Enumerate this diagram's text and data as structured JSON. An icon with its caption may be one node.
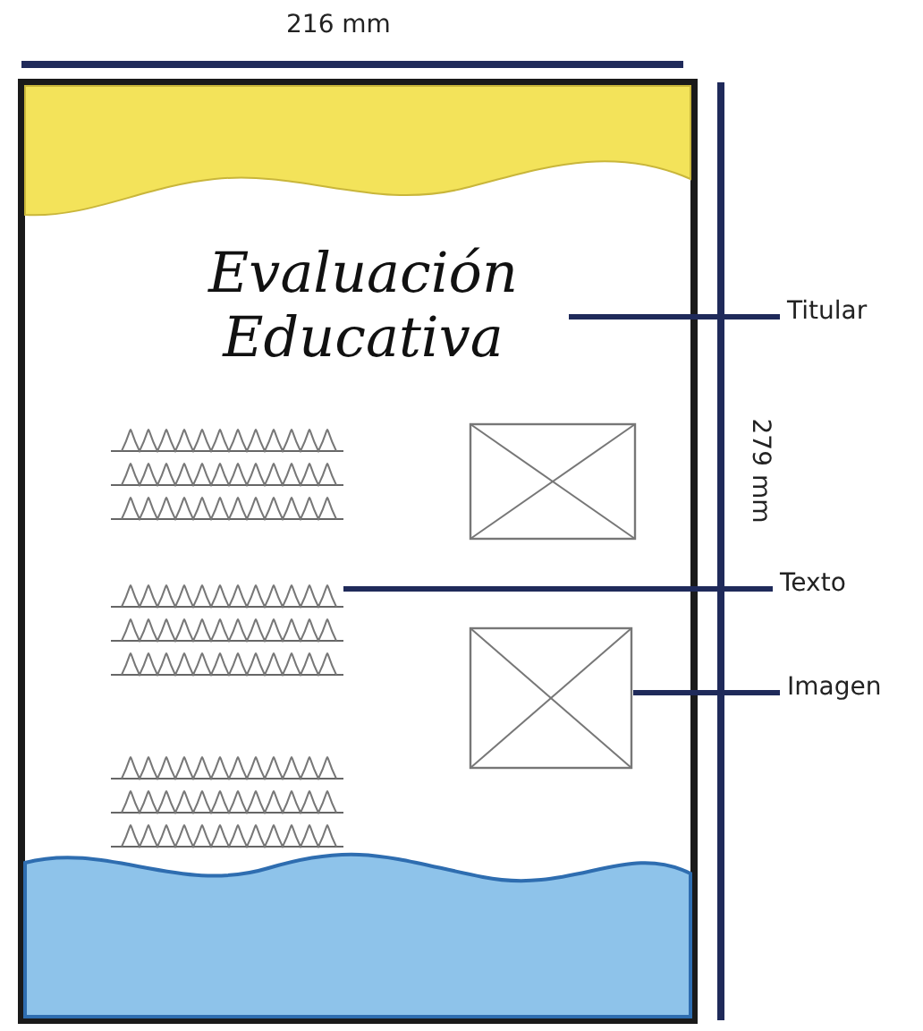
{
  "diagram": {
    "nodes": [
      {
        "text": [
          "Evaluación Educativa"
        ]
      },
      {
        "text": [
          "Titular"
        ]
      },
      {
        "text": [],
        "shape": "picture"
      },
      {
        "text": [],
        "shape": "box"
      },
      {
        "text": [
          "Texto"
        ]
      },
      {
        "text": [],
        "shape": "picture"
      },
      {
        "text": [
          "Imagen"
        ]
      },
      {
        "text": [],
        "shape": "box"
      },
      {
        "text": [],
        "shape": "picture"
      }
    ],
    "edges": [
      {
        "from": 1,
        "to": 0,
        "arrow": "none"
      },
      {
        "from": 4,
        "to": 5,
        "arrow": "none"
      },
      {
        "from": 6,
        "to": 7,
        "arrow": "none"
      }
    ],
    "labels": [
      "216 mm",
      "279 mm"
    ]
  }
}
